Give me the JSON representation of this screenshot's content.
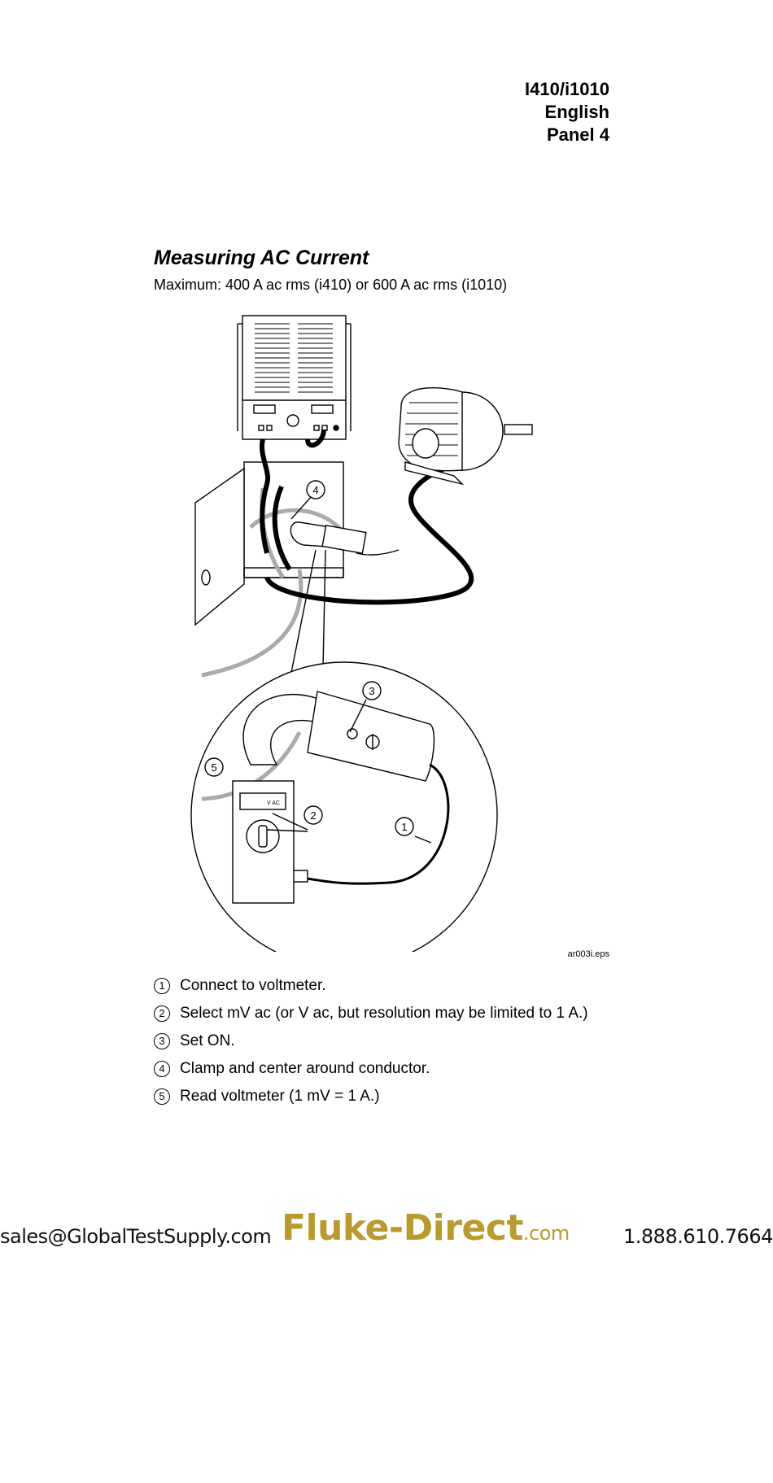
{
  "header": {
    "model": "I410/i1010",
    "language": "English",
    "panel": "Panel 4"
  },
  "section": {
    "title": "Measuring AC Current",
    "subtitle": "Maximum: 400 A ac rms (i410) or 600 A ac rms (i1010)"
  },
  "figure": {
    "file_label": "ar003i.eps",
    "callouts": [
      "1",
      "2",
      "3",
      "4",
      "5"
    ],
    "meter_display_text": "V AC"
  },
  "steps": [
    {
      "num": "1",
      "text": "Connect to voltmeter."
    },
    {
      "num": "2",
      "text": "Select mV ac (or V ac, but resolution may be limited to 1 A.)"
    },
    {
      "num": "3",
      "text": "Set ON."
    },
    {
      "num": "4",
      "text": "Clamp and center around conductor."
    },
    {
      "num": "5",
      "text": "Read voltmeter (1 mV = 1 A.)"
    }
  ],
  "footer": {
    "email": "sales@GlobalTestSupply.com",
    "brand": "Fluke-Direct",
    "brand_suffix": ".com",
    "phone": "1.888.610.7664",
    "brand_color": "#b99a2e"
  }
}
